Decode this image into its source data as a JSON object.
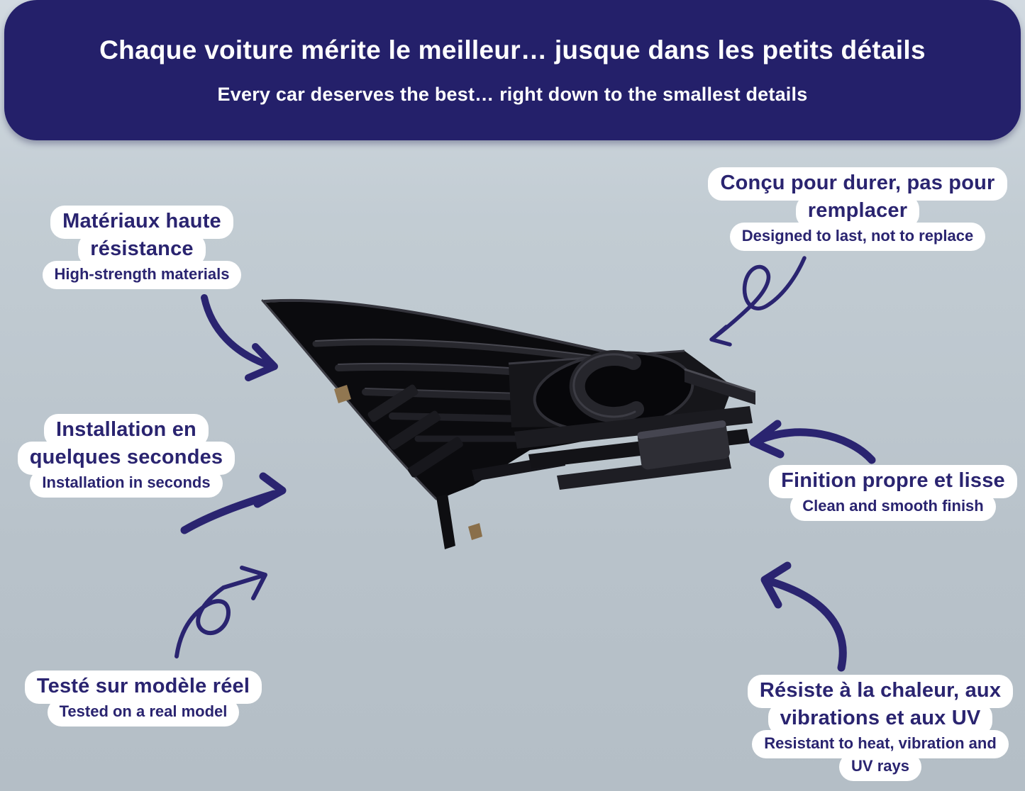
{
  "banner": {
    "title_fr": "Chaque voiture mérite le meilleur… jusque dans les petits détails",
    "title_en": "Every car deserves the best… right down to the smallest details"
  },
  "product": {
    "alt": "black car air-vent cup holder part"
  },
  "callouts": [
    {
      "id": "materials",
      "fr": [
        "Matériaux haute",
        "résistance"
      ],
      "en": [
        "High-strength materials"
      ]
    },
    {
      "id": "durability",
      "fr": [
        "Conçu pour durer, pas pour",
        "remplacer"
      ],
      "en": [
        "Designed to last, not to replace"
      ]
    },
    {
      "id": "installation",
      "fr": [
        "Installation en",
        "quelques secondes"
      ],
      "en": [
        "Installation in seconds"
      ]
    },
    {
      "id": "finish",
      "fr": [
        "Finition propre et lisse"
      ],
      "en": [
        "Clean and smooth finish"
      ]
    },
    {
      "id": "tested",
      "fr": [
        "Testé sur modèle réel"
      ],
      "en": [
        "Tested on a real model"
      ]
    },
    {
      "id": "resistance",
      "fr": [
        "Résiste à la chaleur, aux",
        "vibrations et aux UV"
      ],
      "en": [
        "Resistant to heat, vibration and",
        "UV rays"
      ]
    }
  ],
  "colors": {
    "banner_bg": "#24206a",
    "banner_text": "#ffffff",
    "navy": "#2a2470",
    "label_bg": "#ffffff",
    "bg_top": "#d2dae1",
    "bg_bottom": "#b4bec6"
  }
}
